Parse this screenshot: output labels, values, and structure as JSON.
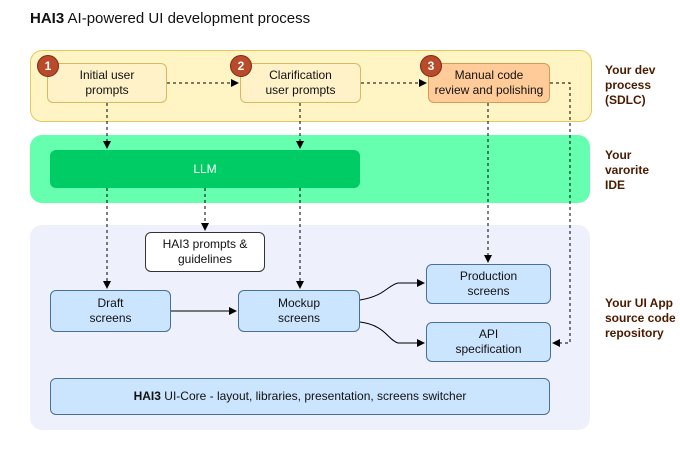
{
  "title": {
    "brand": "HAI3",
    "text": "AI-powered UI development process"
  },
  "side_labels": {
    "sdlc": "Your dev\nprocess\n(SDLC)",
    "ide": "Your\nvarorite\nIDE",
    "repo": "Your UI App\nsource code\nrepository"
  },
  "nodes": {
    "initial_prompts": "Initial user\nprompts",
    "clarification_prompts": "Clarification\nuser prompts",
    "manual_review": "Manual code\nreview and polishing",
    "llm": "LLM",
    "hai3_prompts": "HAI3 prompts &\nguidelines",
    "draft_screens": "Draft\nscreens",
    "mockup_screens": "Mockup\nscreens",
    "production_screens": "Production\nscreens",
    "api_spec": "API\nspecification",
    "core": {
      "brand": "HAI3",
      "text": "UI-Core - layout, libraries, presentation, screens switcher"
    }
  },
  "badges": [
    "1",
    "2",
    "3"
  ]
}
